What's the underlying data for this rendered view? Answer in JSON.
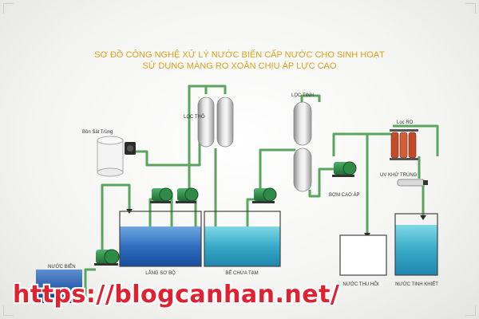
{
  "title": {
    "line1": "SƠ ĐỒ CÔNG NGHỆ XỬ LÝ NƯỚC BIỂN CẤP NƯỚC CHO SINH HOẠT",
    "line2": "SỬ DỤNG MÀNG RO XOẮN CHỊU ÁP LỰC CAO"
  },
  "labels": {
    "disinfection_tank": "Bồn Sát Trùng",
    "coarse_filter": "LỌC THÔ",
    "fine_filter": "LỌC TINH",
    "ro_filter": "Lọc RO",
    "uv": "UV KHỬ TRÙNG",
    "high_pressure_pump": "BƠM CAO ÁP",
    "seawater": "NƯỚC BIỂN",
    "settling_tank": "LẮNG SƠ BỘ",
    "intermediate_tank": "BỂ CHỨA TẠM",
    "reject_water": "NƯỚC THU HỒI",
    "pure_water": "NƯỚC TINH KHIẾT"
  },
  "watermark": "https://blogcanhan.net/",
  "colors": {
    "pipe": "#5aa55d",
    "title": "#d9a21b",
    "pump": "#2f8a45",
    "watermark": "#e0212f"
  }
}
